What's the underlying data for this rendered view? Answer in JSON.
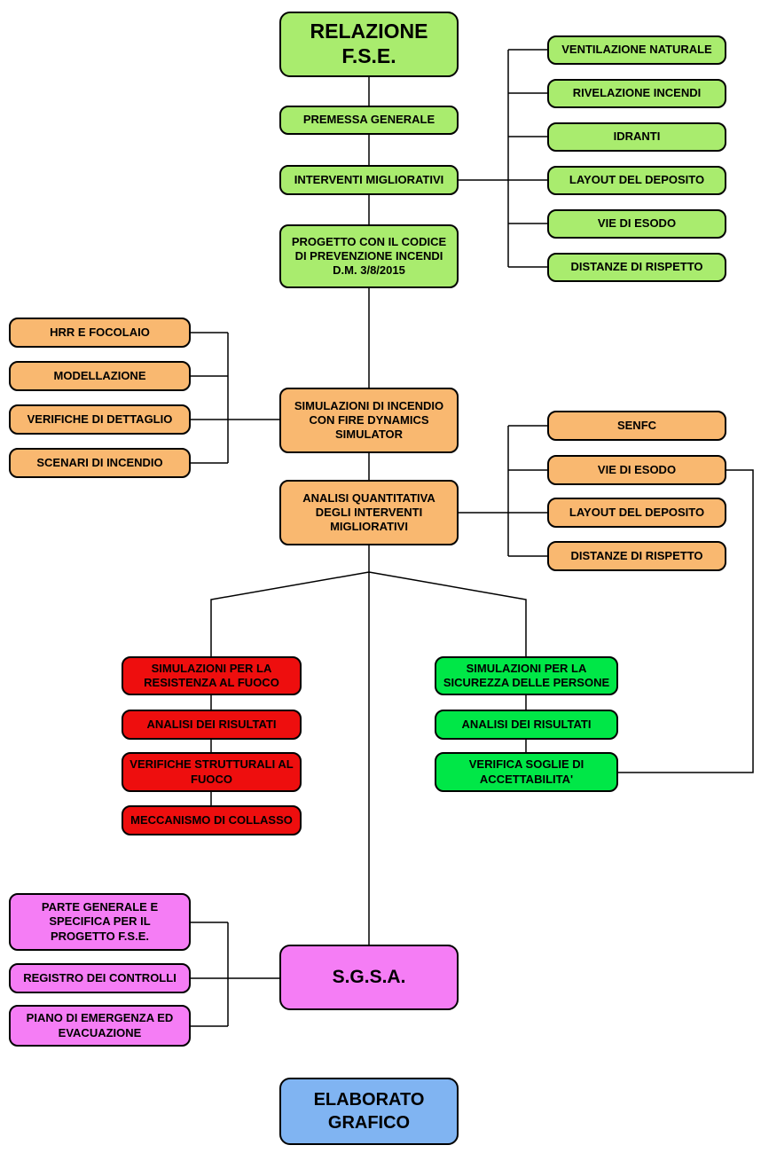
{
  "diagram": {
    "title": "Relazione F.S.E. flowchart",
    "colors": {
      "light_green": "#a9ec6e",
      "orange": "#f9b870",
      "red": "#ee0e0e",
      "bright_green": "#00e747",
      "pink": "#f57df5",
      "blue": "#80b4f2",
      "line": "#000000"
    },
    "nodes": {
      "relazione": {
        "label": "RELAZIONE F.S.E."
      },
      "premessa": {
        "label": "PREMESSA  GENERALE"
      },
      "interventi": {
        "label": "INTERVENTI MIGLIORATIVI"
      },
      "progetto": {
        "label": "PROGETTO CON IL CODICE DI PREVENZIONE INCENDI D.M. 3/8/2015"
      },
      "ventilazione": {
        "label": "VENTILAZIONE NATURALE"
      },
      "rivelazione": {
        "label": "RIVELAZIONE INCENDI"
      },
      "idranti": {
        "label": "IDRANTI"
      },
      "layout_deposito_1": {
        "label": "LAYOUT DEL DEPOSITO"
      },
      "vie_esodo_1": {
        "label": "VIE DI ESODO"
      },
      "distanze_1": {
        "label": "DISTANZE DI RISPETTO"
      },
      "hrr": {
        "label": "HRR E FOCOLAIO"
      },
      "modellazione": {
        "label": "MODELLAZIONE"
      },
      "verifiche_dettaglio": {
        "label": "VERIFICHE DI DETTAGLIO"
      },
      "scenari": {
        "label": "SCENARI DI INCENDIO"
      },
      "simulazioni_fds": {
        "label": "SIMULAZIONI DI INCENDIO CON FIRE DYNAMICS SIMULATOR"
      },
      "analisi_quantitativa": {
        "label": "ANALISI QUANTITATIVA DEGLI INTERVENTI MIGLIORATIVI"
      },
      "senfc": {
        "label": "SENFC"
      },
      "vie_esodo_2": {
        "label": "VIE DI ESODO"
      },
      "layout_deposito_2": {
        "label": "LAYOUT DEL DEPOSITO"
      },
      "distanze_2": {
        "label": "DISTANZE DI RISPETTO"
      },
      "sim_resistenza": {
        "label": "SIMULAZIONI PER LA RESISTENZA AL FUOCO"
      },
      "analisi_risultati_fuoco": {
        "label": "ANALISI DEI RISULTATI"
      },
      "verifiche_strutturali": {
        "label": "VERIFICHE STRUTTURALI AL FUOCO"
      },
      "meccanismo": {
        "label": "MECCANISMO DI COLLASSO"
      },
      "sim_sicurezza": {
        "label": "SIMULAZIONI PER LA SICUREZZA DELLE PERSONE"
      },
      "analisi_risultati_persone": {
        "label": "ANALISI DEI RISULTATI"
      },
      "verifica_soglie": {
        "label": "VERIFICA SOGLIE DI ACCETTABILITA'"
      },
      "parte_generale": {
        "label": "PARTE GENERALE E SPECIFICA PER IL PROGETTO F.S.E."
      },
      "registro": {
        "label": "REGISTRO DEI CONTROLLI"
      },
      "piano_emergenza": {
        "label": "PIANO DI EMERGENZA ED EVACUAZIONE"
      },
      "sgsa": {
        "label": "S.G.S.A."
      },
      "elaborato": {
        "label": "ELABORATO GRAFICO"
      }
    }
  }
}
